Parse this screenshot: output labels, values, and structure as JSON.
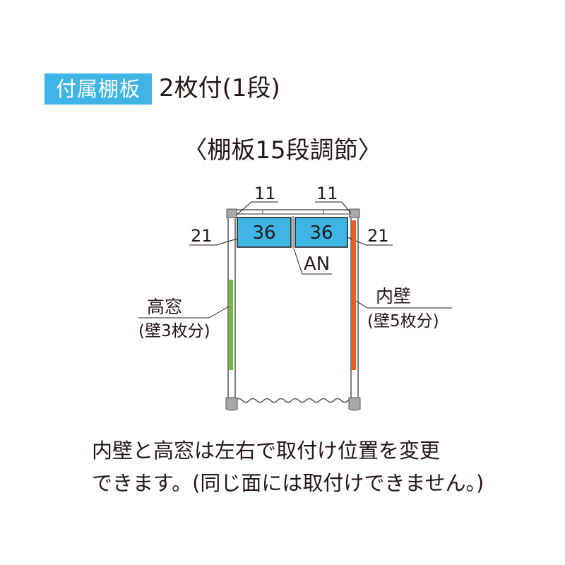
{
  "header": {
    "badge_label": "付属棚板",
    "shelf_count": "2枚付(1段)"
  },
  "subtitle": "〈棚板15段調節〉",
  "diagram": {
    "top_dim_left": "11",
    "top_dim_right": "11",
    "side_dim_left": "21",
    "side_dim_right": "21",
    "shelf_left": "36",
    "shelf_right": "36",
    "center_label": "AN",
    "left_part_name": "高窓",
    "left_part_detail": "(壁3枚分)",
    "right_part_name": "内壁",
    "right_part_detail": "(壁5枚分)",
    "colors": {
      "shelf_fill": "#3fb5e6",
      "high_window": "#6abf3b",
      "inner_wall": "#ee5a23",
      "frame": "#555555",
      "corner": "#a8a8a8"
    }
  },
  "notes": {
    "line1": "内壁と高窓は左右で取付け位置を変更",
    "line2": "できます。(同じ面には取付けできません。)"
  }
}
